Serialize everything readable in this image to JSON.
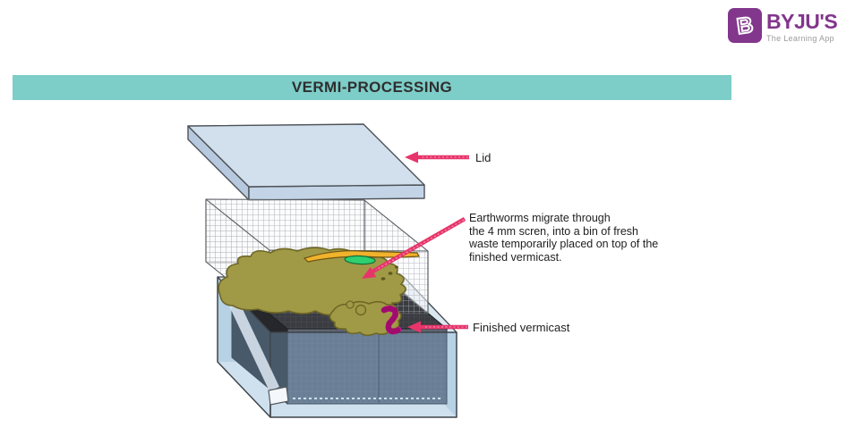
{
  "brand": {
    "name": "BYJU'S",
    "tagline": "The Learning App",
    "monogram": "B",
    "purple": "#82368c",
    "tagline_color": "#9b9b9b"
  },
  "banner": {
    "title": "VERMI-PROCESSING",
    "background": "#7dcdc8",
    "text_color": "#2e2e2e"
  },
  "labels": {
    "lid": "Lid",
    "note_lines": [
      "Earthworms migrate through",
      "the 4 mm scren, into a bin of fresh",
      "waste temporarily placed on top of the",
      "finished vermicast."
    ],
    "finished": "Finished vermicast"
  },
  "colors": {
    "arrow": "#e7356b",
    "lid_fill": "#d2e0ee",
    "bin_blue": "#cfe0ee",
    "mesh_line": "#9aa0a6",
    "compost": "#a09a46",
    "banana": "#f1b22c",
    "green_scrap": "#2ed06f",
    "worm": "#ea17a0",
    "vermicast_dark": "#5c6370"
  }
}
